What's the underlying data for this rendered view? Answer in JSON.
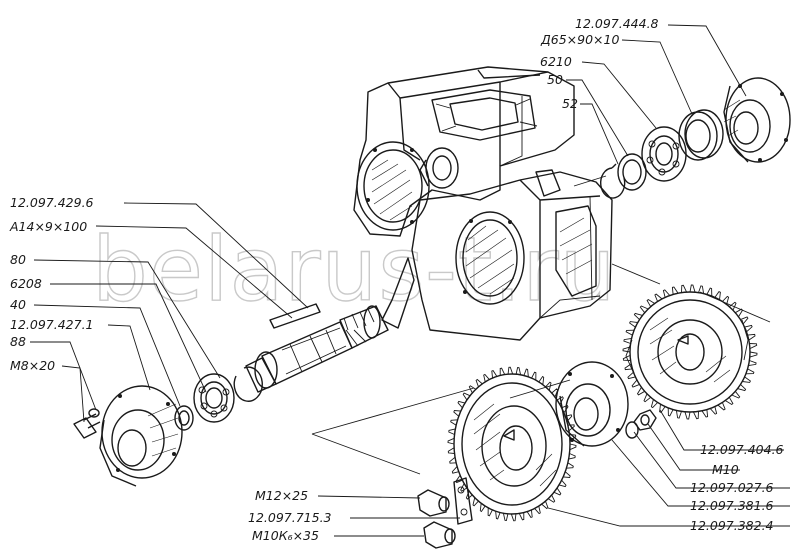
{
  "watermark": "belarus-t.ru",
  "labels": {
    "p12097444_8": "12.097.444.8",
    "d65x90x10": "Д65×90×10",
    "b6210": "6210",
    "n50": "50",
    "n52": "52",
    "p12097429_6": "12.097.429.6",
    "a14x9x100": "А14×9×100",
    "n80": "80",
    "b6208": "6208",
    "n40": "40",
    "p12097427_1": "12.097.427.1",
    "n88": "88",
    "m8x20": "М8×20",
    "p12097404_6": "12.097.404.6",
    "m10": "М10",
    "p12097027_6": "12.097.027.6",
    "p12097381_6": "12.097.381.6",
    "p12097382_4": "12.097.382.4",
    "m12x25": "М12×25",
    "p12097715_3": "12.097.715.3",
    "m10k6x35": "М10К₆×35"
  },
  "colors": {
    "ink": "#1a1a1a",
    "watermark": "#c9c9c9",
    "background": "#ffffff"
  }
}
